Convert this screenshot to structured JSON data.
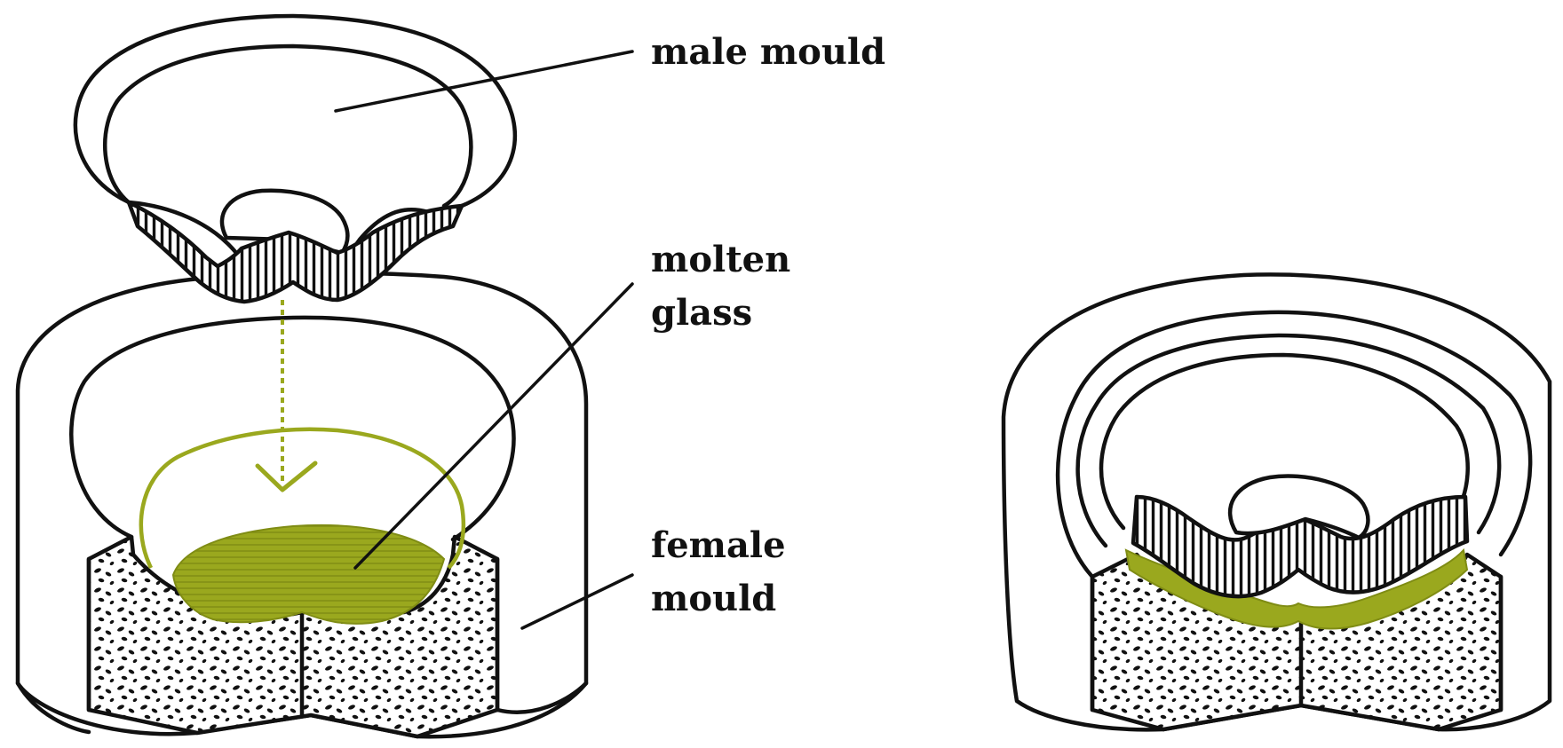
{
  "labels": {
    "male_mould": "male mould",
    "molten_glass_line1": "molten",
    "molten_glass_line2": "glass",
    "female_mould_line1": "female",
    "female_mould_line2": "mould"
  },
  "colors": {
    "glass": "#9aa81e",
    "ink": "#111111",
    "background": "#ffffff"
  }
}
